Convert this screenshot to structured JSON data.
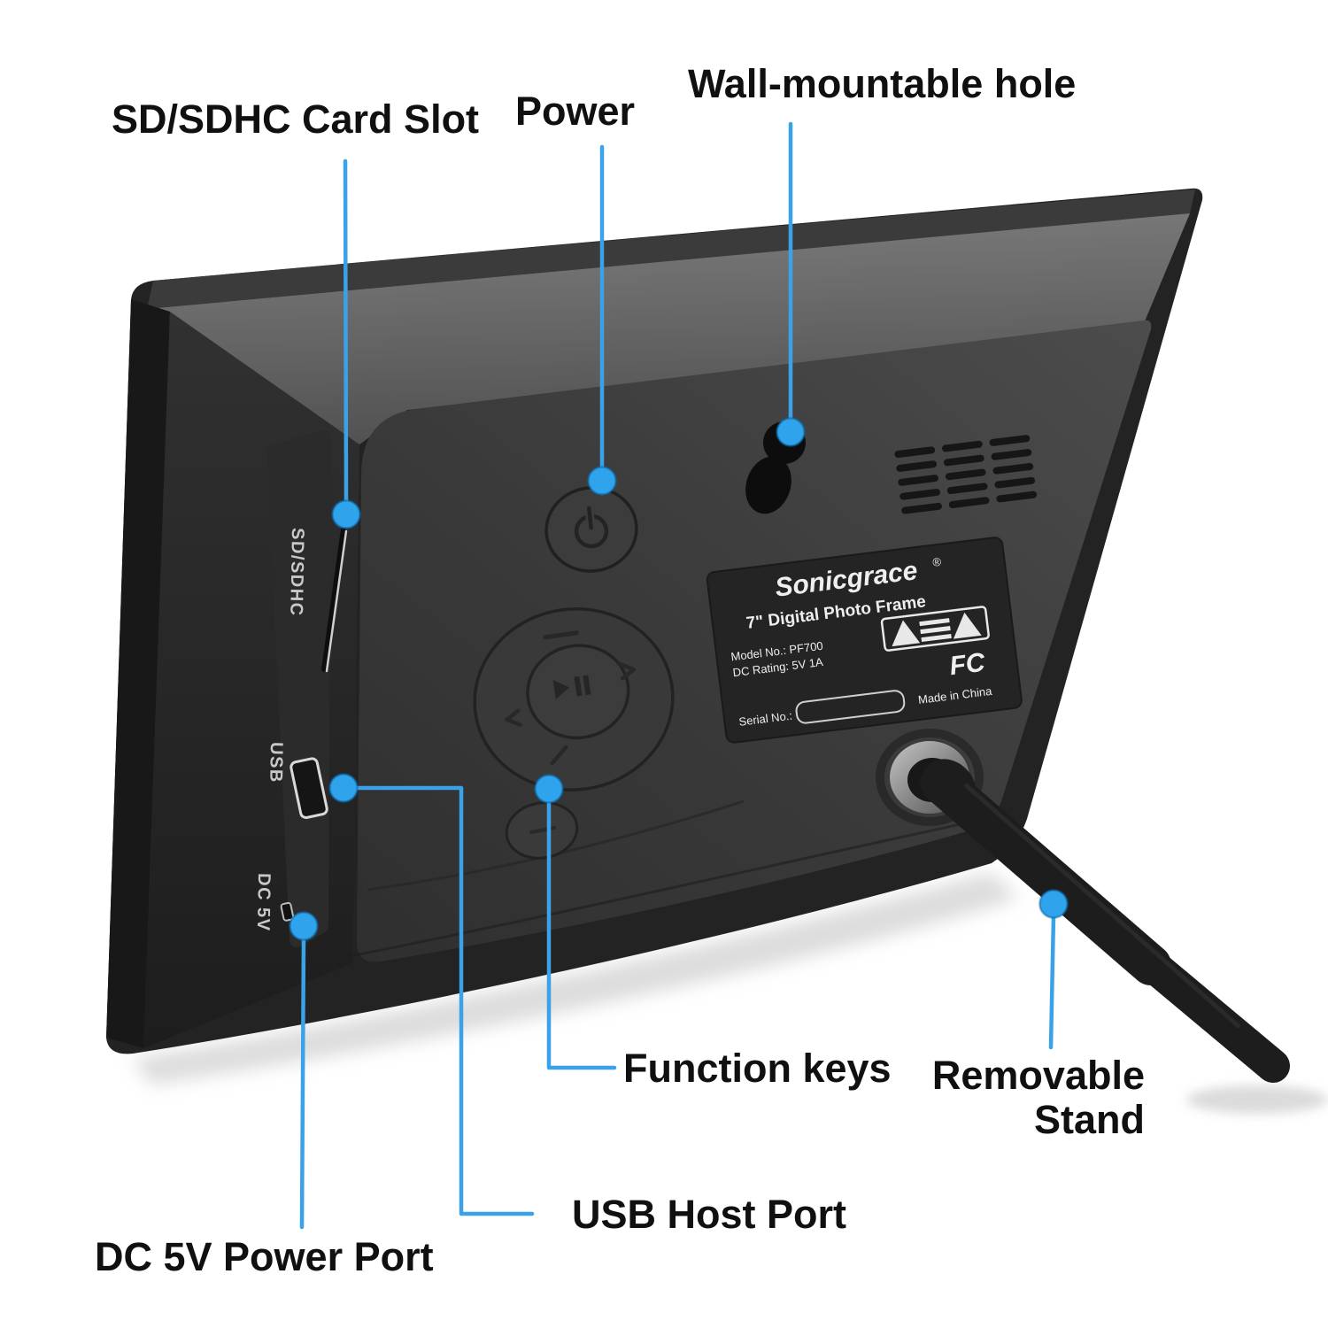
{
  "page": {
    "background": "#ffffff"
  },
  "accent": {
    "line": "#3aa2e8",
    "dot": "#2fa3ec",
    "dot_ring": "#0d6aa8"
  },
  "callouts": {
    "sd": "SD/SDHC Card Slot",
    "power": "Power",
    "wall": "Wall-mountable hole",
    "function": "Function keys",
    "usb": "USB Host Port",
    "dc": "DC 5V Power Port",
    "stand_line1": "Removable",
    "stand_line2": "Stand"
  },
  "device": {
    "side_labels": {
      "sd": "SD/SDHC",
      "usb": "USB",
      "dc": "DC 5V"
    },
    "plate": {
      "brand": "Sonicgrace",
      "brand_mark": "®",
      "product": "7\" Digital Photo Frame",
      "model": "Model No.: PF700",
      "dc_rating": "DC Rating: 5V 1A",
      "serial": "Serial No.:",
      "made_in": "Made in China",
      "fcc": "FC"
    }
  }
}
